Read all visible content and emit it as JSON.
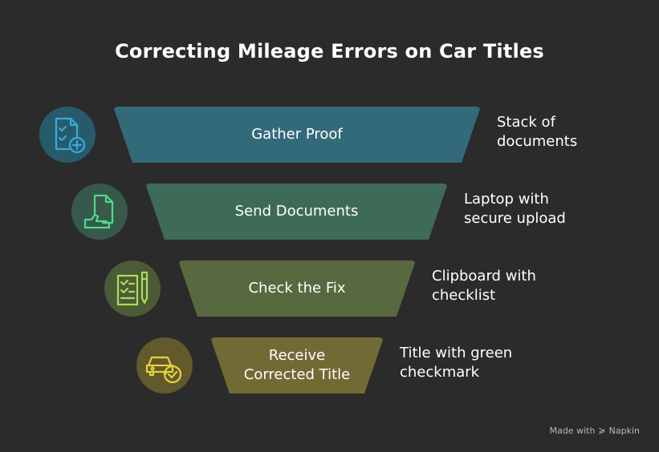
{
  "title": "Correcting Mileage Errors on Car Titles",
  "colors": {
    "background": "#2b2b2b",
    "step1": "#336a7a",
    "step2": "#3e6a58",
    "step3": "#58693f",
    "step4": "#726a35",
    "icon1_bg": "#275b6b",
    "icon2_bg": "#36594b",
    "icon3_bg": "#4d5a36",
    "icon4_bg": "#625a2c",
    "icon1_stroke": "#3aa8e0",
    "icon2_stroke": "#4fd98a",
    "icon3_stroke": "#a6e05a",
    "icon4_stroke": "#e8d23a"
  },
  "steps": [
    {
      "label": "Gather Proof",
      "description": "Stack of\ndocuments",
      "icon": "document-add-icon"
    },
    {
      "label": "Send Documents",
      "description": "Laptop with\nsecure upload",
      "icon": "document-hand-icon"
    },
    {
      "label": "Check the Fix",
      "description": "Clipboard with\nchecklist",
      "icon": "checklist-pen-icon"
    },
    {
      "label_line1": "Receive",
      "label_line2": "Corrected Title",
      "description": "Title with green\ncheckmark",
      "icon": "car-check-icon"
    }
  ],
  "footer": {
    "made_with": "Made with",
    "brand": "Napkin"
  }
}
